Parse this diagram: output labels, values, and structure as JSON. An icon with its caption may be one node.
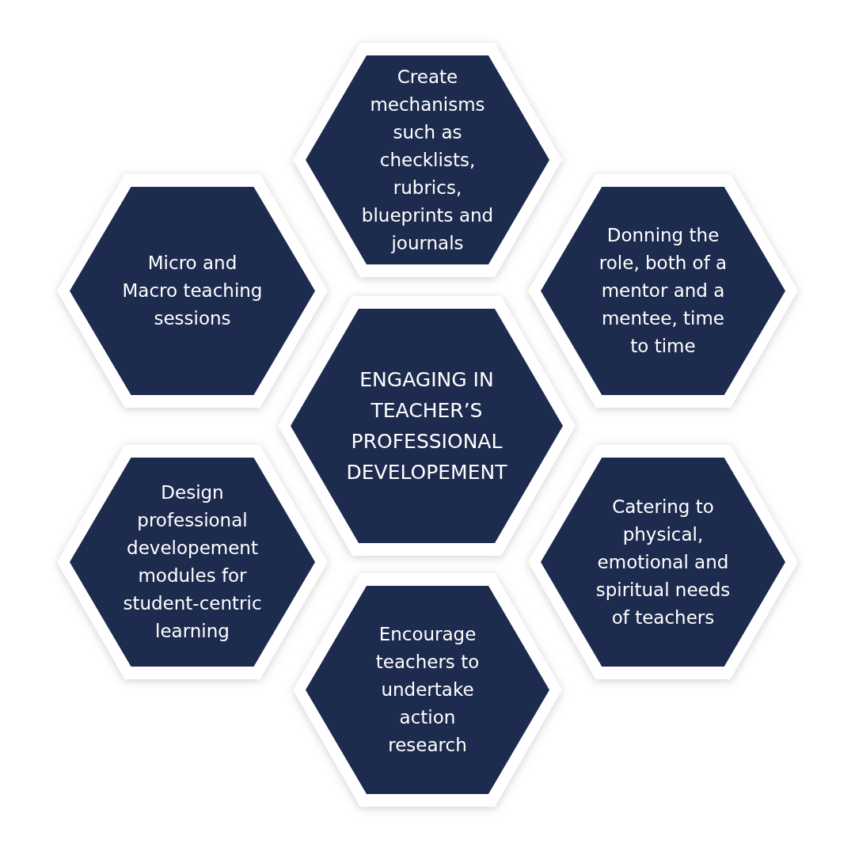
{
  "diagram": {
    "nodes": [
      {
        "text": [
          "Create mechanisms such as checklists, rubrics, blueprints and journals"
        ]
      },
      {
        "text": [
          "Micro and Macro teaching sessions"
        ]
      },
      {
        "text": [
          "Donning the role, both of a mentor and a mentee, time to time"
        ]
      },
      {
        "text": [
          "ENGAGING IN TEACHER’S PROFESSIONAL DEVELOPEMENT"
        ]
      },
      {
        "text": [
          "Design professional developement modules for student-centric learning"
        ]
      },
      {
        "text": [
          "Catering to physical, emotional and spiritual needs of teachers"
        ]
      },
      {
        "text": [
          "Encourage teachers to undertake action research"
        ]
      }
    ]
  }
}
